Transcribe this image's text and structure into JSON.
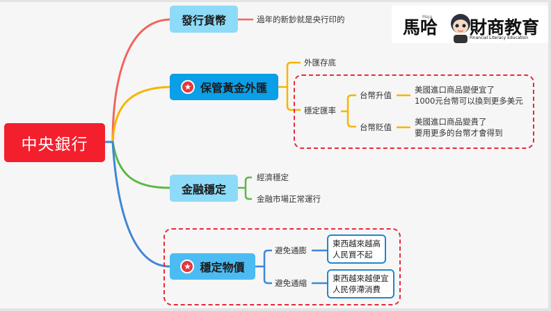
{
  "root": {
    "label": "中央銀行",
    "color": "#f41f2d"
  },
  "branches": [
    {
      "label": "發行貨幣",
      "starred": false,
      "line_color": "#f2645c",
      "children": [
        {
          "label": "過年的新鈔就是央行印的"
        }
      ]
    },
    {
      "label": "保管黃金外匯",
      "starred": true,
      "line_color": "#f8b400",
      "children": [
        {
          "label": "外匯存底"
        },
        {
          "label": "穩定匯率",
          "highlighted": true,
          "children": [
            {
              "label": "台幣升值",
              "note": [
                "美國進口商品變便宜了",
                "1000元台幣可以換到更多美元"
              ]
            },
            {
              "label": "台幣貶值",
              "note": [
                "美國進口商品變貴了",
                "要用更多的台幣才會得到"
              ]
            }
          ]
        }
      ]
    },
    {
      "label": "金融穩定",
      "starred": false,
      "line_color": "#5ab946",
      "children": [
        {
          "label": "經濟穩定"
        },
        {
          "label": "金融市場正常運行"
        }
      ]
    },
    {
      "label": "穩定物價",
      "starred": true,
      "highlighted": true,
      "line_color": "#3f86d6",
      "children": [
        {
          "label": "避免通膨",
          "note": [
            "東西越來越高",
            "人民買不起"
          ]
        },
        {
          "label": "避免通縮",
          "note": [
            "東西越來越便宜",
            "人民停滯消費"
          ]
        }
      ]
    }
  ],
  "logo": {
    "cn_left": "馬哈",
    "cn_right": "財商教育",
    "tag_small": "Maja",
    "tag_en": "Financial Literacy Education"
  },
  "icons": {
    "star": "★"
  }
}
